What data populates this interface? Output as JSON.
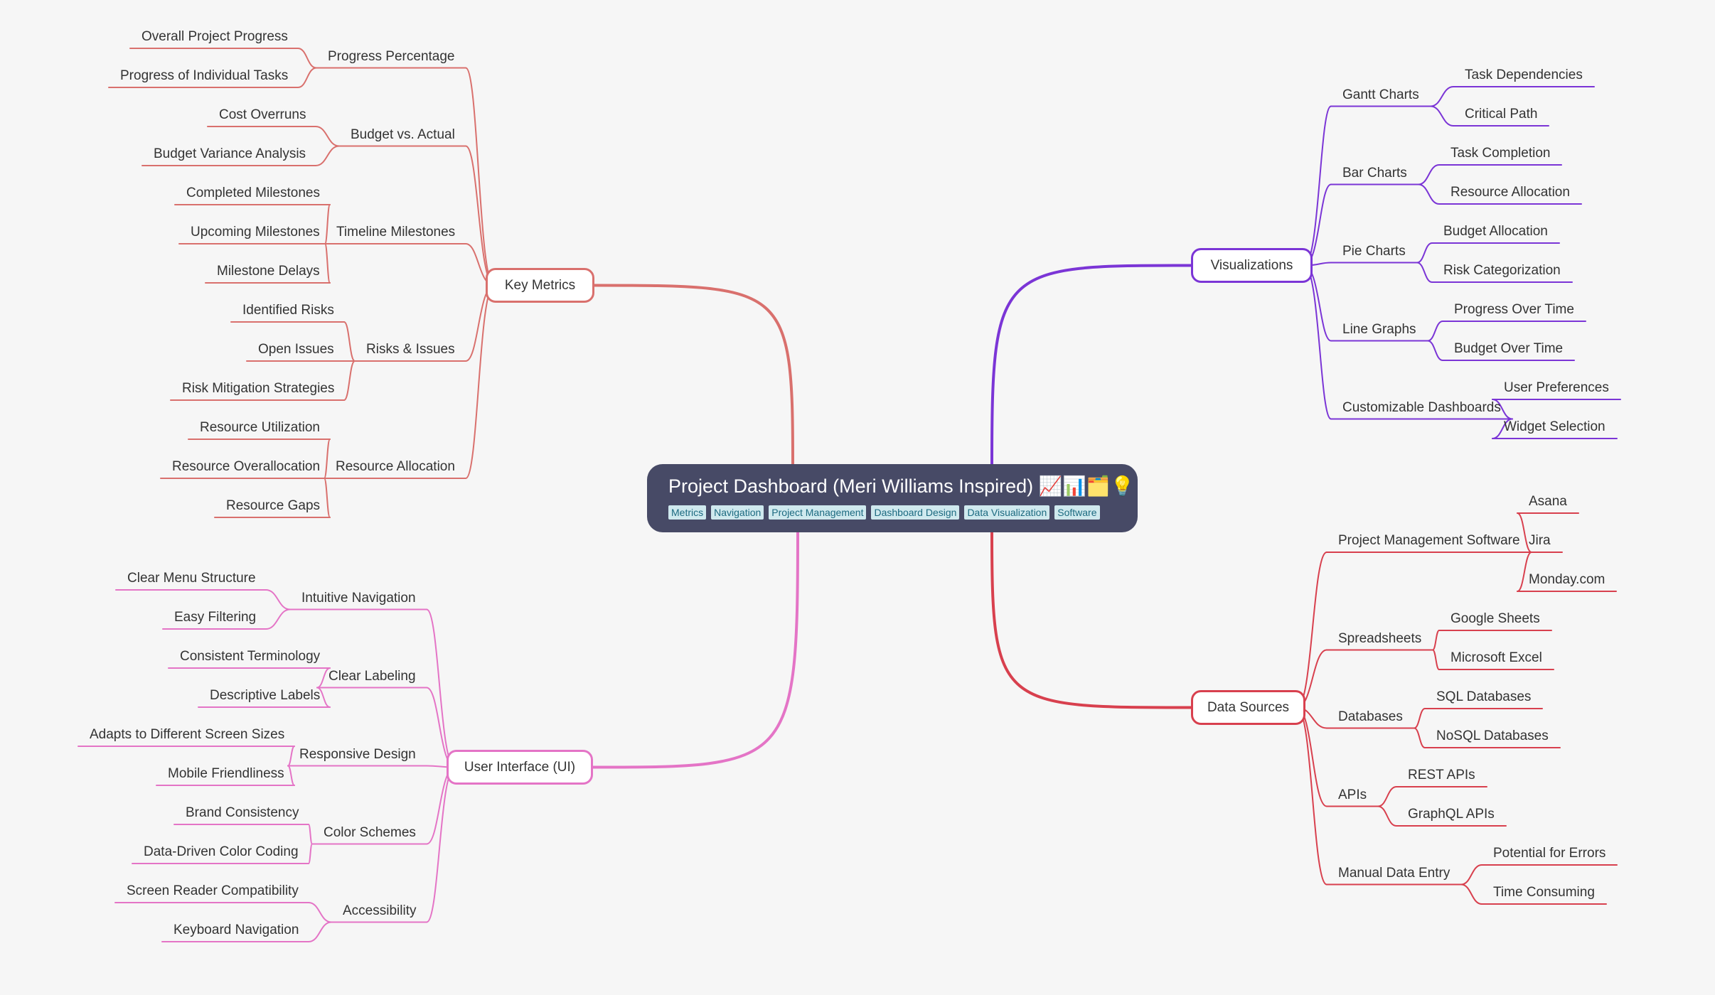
{
  "root": {
    "title": "Project Dashboard (Meri Williams Inspired) 📈📊🗂️💡",
    "tags": [
      "Metrics",
      "Navigation",
      "Project Management",
      "Dashboard Design",
      "Data Visualization",
      "Software"
    ]
  },
  "branches": [
    {
      "id": "key-metrics",
      "label": "Key Metrics",
      "color": "#d9706d",
      "side": "left",
      "children": [
        {
          "label": "Progress Percentage",
          "children": [
            "Overall Project Progress",
            "Progress of Individual Tasks"
          ]
        },
        {
          "label": "Budget vs. Actual",
          "children": [
            "Cost Overruns",
            "Budget Variance Analysis"
          ]
        },
        {
          "label": "Timeline Milestones",
          "children": [
            "Completed Milestones",
            "Upcoming Milestones",
            "Milestone Delays"
          ]
        },
        {
          "label": "Risks & Issues",
          "children": [
            "Identified Risks",
            "Open Issues",
            "Risk Mitigation Strategies"
          ]
        },
        {
          "label": "Resource Allocation",
          "children": [
            "Resource Utilization",
            "Resource Overallocation",
            "Resource Gaps"
          ]
        }
      ]
    },
    {
      "id": "user-interface",
      "label": "User Interface (UI)",
      "color": "#e474c6",
      "side": "left",
      "children": [
        {
          "label": "Intuitive Navigation",
          "children": [
            "Clear Menu Structure",
            "Easy Filtering"
          ]
        },
        {
          "label": "Clear Labeling",
          "children": [
            "Consistent Terminology",
            "Descriptive Labels"
          ]
        },
        {
          "label": "Responsive Design",
          "children": [
            "Adapts to Different Screen Sizes",
            "Mobile Friendliness"
          ]
        },
        {
          "label": "Color Schemes",
          "children": [
            "Brand Consistency",
            "Data-Driven Color Coding"
          ]
        },
        {
          "label": "Accessibility",
          "children": [
            "Screen Reader Compatibility",
            "Keyboard Navigation"
          ]
        }
      ]
    },
    {
      "id": "visualizations",
      "label": "Visualizations",
      "color": "#7b35d6",
      "side": "right",
      "children": [
        {
          "label": "Gantt Charts",
          "children": [
            "Task Dependencies",
            "Critical Path"
          ]
        },
        {
          "label": "Bar Charts",
          "children": [
            "Task Completion",
            "Resource Allocation"
          ]
        },
        {
          "label": "Pie Charts",
          "children": [
            "Budget Allocation",
            "Risk Categorization"
          ]
        },
        {
          "label": "Line Graphs",
          "children": [
            "Progress Over Time",
            "Budget Over Time"
          ]
        },
        {
          "label": "Customizable Dashboards",
          "children": [
            "User Preferences",
            "Widget Selection"
          ]
        }
      ]
    },
    {
      "id": "data-sources",
      "label": "Data Sources",
      "color": "#d8404e",
      "side": "right",
      "children": [
        {
          "label": "Project Management Software",
          "children": [
            "Asana",
            "Jira",
            "Monday.com"
          ]
        },
        {
          "label": "Spreadsheets",
          "children": [
            "Google Sheets",
            "Microsoft Excel"
          ]
        },
        {
          "label": "Databases",
          "children": [
            "SQL Databases",
            "NoSQL Databases"
          ]
        },
        {
          "label": "APIs",
          "children": [
            "REST APIs",
            "GraphQL APIs"
          ]
        },
        {
          "label": "Manual Data Entry",
          "children": [
            "Potential for Errors",
            "Time Consuming"
          ]
        }
      ]
    }
  ]
}
